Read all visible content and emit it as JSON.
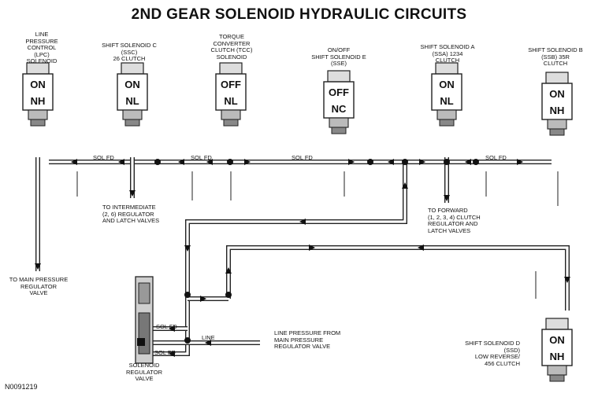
{
  "title": "2ND GEAR SOLENOID HYDRAULIC CIRCUITS",
  "figure_code": "N0091219",
  "solenoids": [
    {
      "label": "LINE\nPRESSURE\nCONTROL\n(LPC)\nSOLENOID",
      "state": "ON",
      "type": "NH"
    },
    {
      "label": "SHIFT SOLENOID C\n(SSC)\n26 CLUTCH",
      "state": "ON",
      "type": "NL"
    },
    {
      "label": "TORQUE\nCONVERTER\nCLUTCH (TCC)\nSOLENOID",
      "state": "OFF",
      "type": "NL"
    },
    {
      "label": "ON/OFF\nSHIFT SOLENOID E\n(SSE)",
      "state": "OFF",
      "type": "NC"
    },
    {
      "label": "SHIFT SOLENOID A\n(SSA) 1234\nCLUTCH",
      "state": "ON",
      "type": "NL"
    },
    {
      "label": "SHIFT SOLENOID B\n(SSB) 35R\nCLUTCH",
      "state": "ON",
      "type": "NH"
    },
    {
      "label": "SHIFT SOLENOID D\n(SSD)\nLOW REVERSE/\n456 CLUTCH",
      "state": "ON",
      "type": "NH"
    }
  ],
  "flow_labels": {
    "sol_fd": "SOL FD",
    "line": "LINE"
  },
  "callouts": {
    "to_intermediate": "TO INTERMEDIATE\n(2, 6) REGULATOR\nAND LATCH VALVES",
    "to_forward": "TO FORWARD\n(1, 2, 3, 4) CLUTCH\nREGULATOR AND\nLATCH VALVES",
    "to_main": "TO MAIN PRESSURE\nREGULATOR\nVALVE",
    "line_pressure": "LINE PRESSURE FROM\nMAIN PRESSURE\nREGULATOR VALVE",
    "solenoid_valve": "SOLENOID\nREGULATOR\nVALVE"
  }
}
